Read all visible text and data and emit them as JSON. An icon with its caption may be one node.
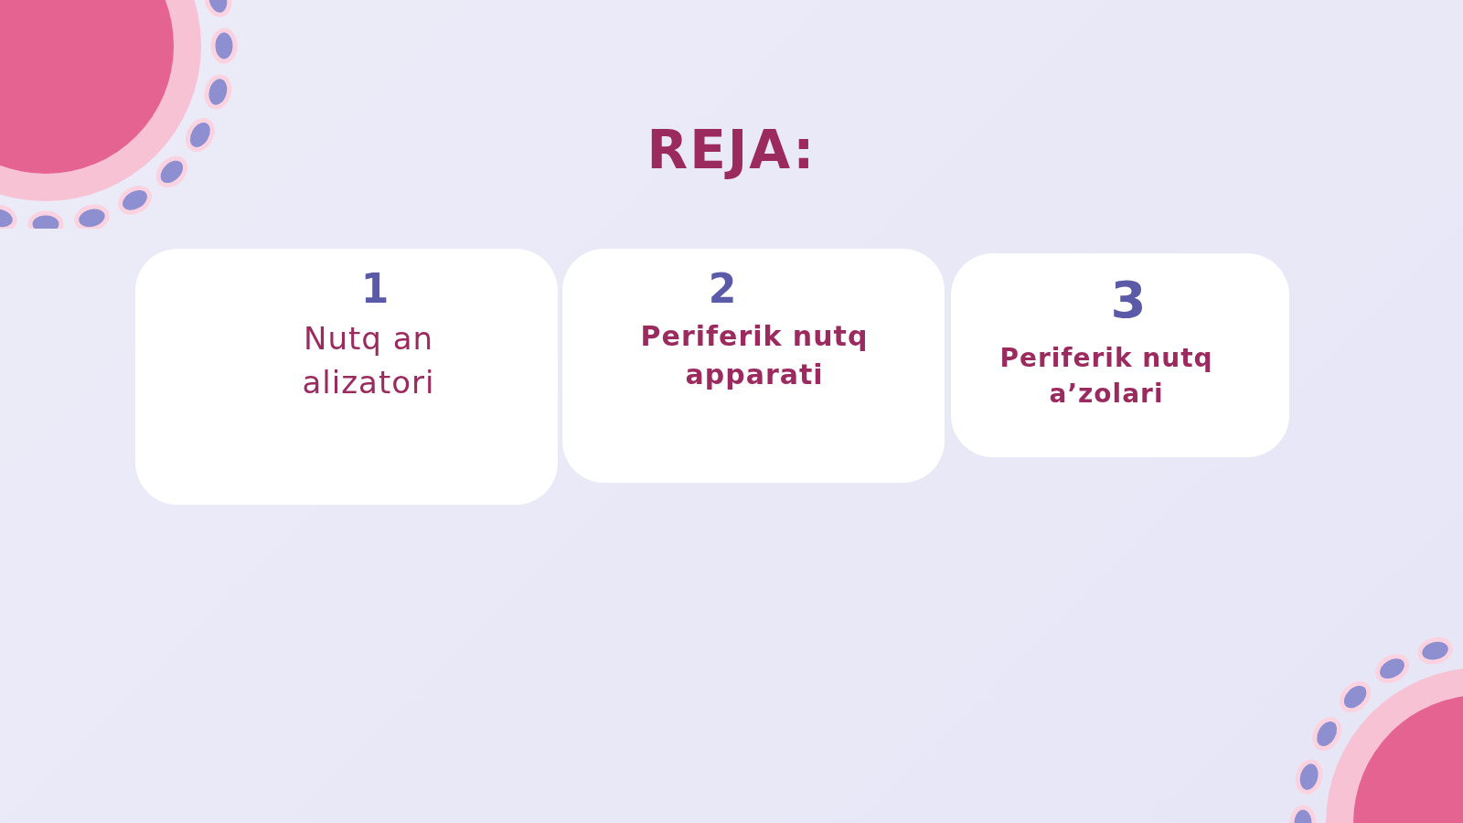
{
  "diagram": {
    "title": "REJA:",
    "nodes": [
      {
        "text": [
          "1",
          "Nutq analizatori"
        ]
      },
      {
        "text": [
          "2",
          "Periferik nutq apparati"
        ]
      },
      {
        "text": [
          "3",
          "Periferik nutq a’zolari"
        ]
      }
    ]
  }
}
